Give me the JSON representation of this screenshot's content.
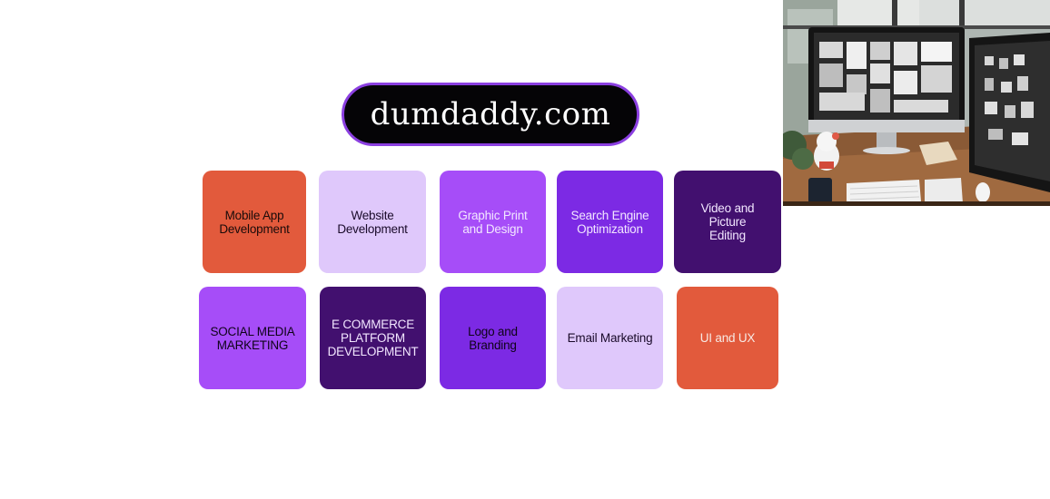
{
  "brand": {
    "name": "dumdaddy.com"
  },
  "services": [
    {
      "label": "Mobile App\nDevelopment",
      "bg": "#e25a3c",
      "fg": "#1a0b0a"
    },
    {
      "label": "Website\nDevelopment",
      "bg": "#dfc8fb",
      "fg": "#1a0b2a"
    },
    {
      "label": "Graphic Print\nand Design",
      "bg": "#a64df8",
      "fg": "#f2e6ff"
    },
    {
      "label": "Search Engine\nOptimization",
      "bg": "#7c2ae4",
      "fg": "#f2e6ff"
    },
    {
      "label": "Video and\nPicture\nEditing",
      "bg": "#42106f",
      "fg": "#f2e6ff"
    },
    {
      "label": "SOCIAL MEDIA\nMARKETING",
      "bg": "#a64df8",
      "fg": "#0e0318"
    },
    {
      "label": "E COMMERCE\nPLATFORM\nDEVELOPMENT",
      "bg": "#42106f",
      "fg": "#f2e6ff"
    },
    {
      "label": "Logo and\nBranding",
      "bg": "#7c2ae4",
      "fg": "#0e0318"
    },
    {
      "label": "Email Marketing",
      "bg": "#dfc8fb",
      "fg": "#1a0b2a"
    },
    {
      "label": "UI and UX",
      "bg": "#e25a3c",
      "fg": "#f7e9e4"
    }
  ],
  "colors": {
    "background": "#ffffff",
    "pill_border": "#8b3fe0",
    "pill_fill": "#050406"
  },
  "photo": {
    "icon": "desk-computer-photo"
  }
}
